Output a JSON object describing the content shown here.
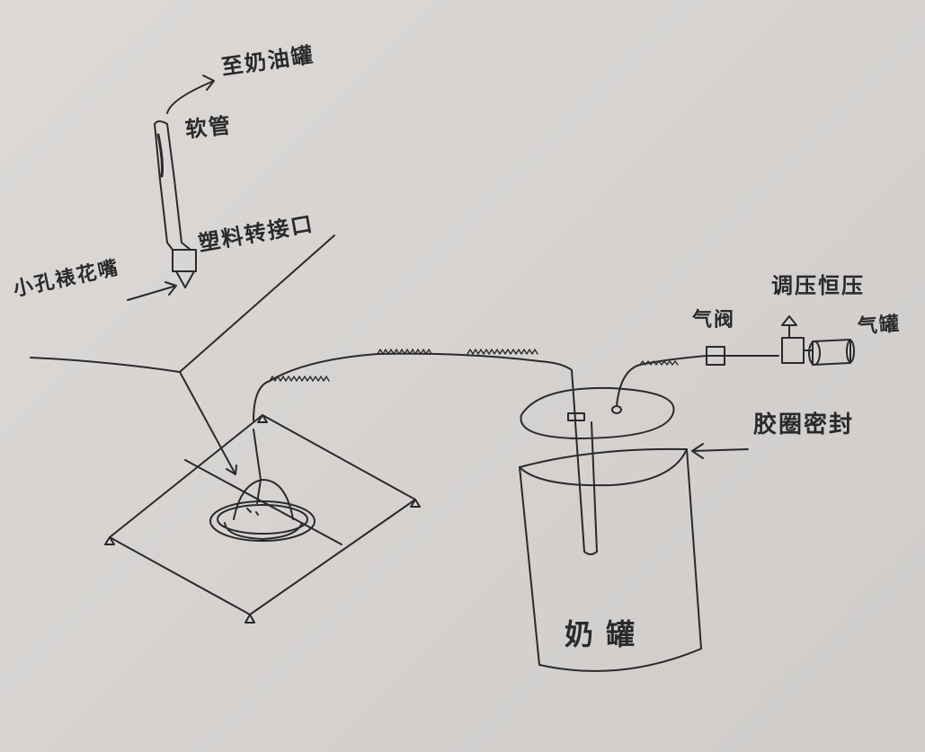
{
  "labels": {
    "to_cream_tank": "至奶油罐",
    "soft_tube": "软管",
    "plastic_adapter": "塑料转接口",
    "small_hole_nozzle": "小孔裱花嘴",
    "regulator": "调压恒压",
    "air_valve": "气阀",
    "gas_tank": "气罐",
    "rubber_seal": "胶圈密封",
    "milk_tank": "奶罐"
  },
  "colors": {
    "ink": "#2a2a2c",
    "paper": "#d9d6d4"
  }
}
